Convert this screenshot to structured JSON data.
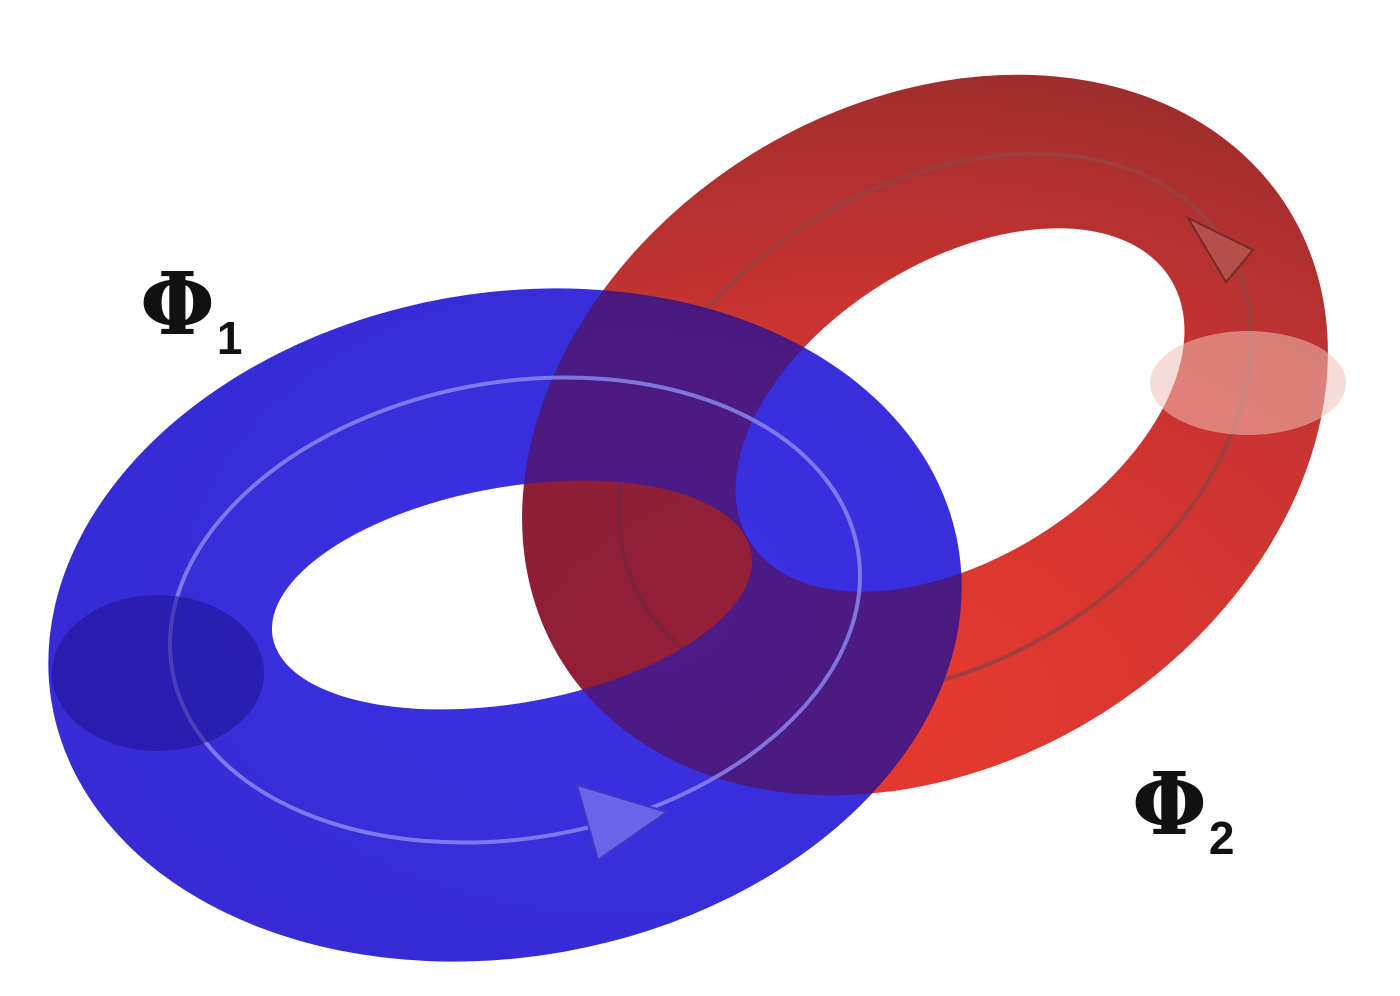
{
  "figure": {
    "colors": {
      "background": "#ffffff",
      "torus_1": "#3528d8",
      "torus_1_dark": "#1d1390",
      "torus_2": "#d8352e",
      "torus_2_dark": "#8a1f24",
      "overlap": "#5a0d3c",
      "flux_line_1": "#8a86ee",
      "flux_line_2": "#9a4040",
      "cross_section_2": "#e8b0a8"
    },
    "labels": {
      "flux_1": {
        "symbol": "Φ",
        "subscript": "1"
      },
      "flux_2": {
        "symbol": "Φ",
        "subscript": "2"
      }
    },
    "icons": {
      "arrow_1": "arrowhead-cone-icon",
      "arrow_2": "arrowhead-cone-icon"
    }
  }
}
